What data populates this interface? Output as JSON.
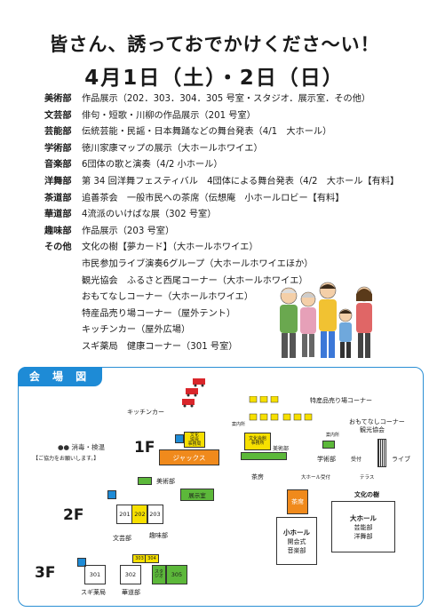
{
  "title": "皆さん、誘っておでかけくださ〜い！",
  "date": "4月1日（土）・2日（日）",
  "programs": [
    {
      "dept": "美術部",
      "desc": "作品展示（202．303．304．305 号室・スタジオ．展示室．その他）"
    },
    {
      "dept": "文芸部",
      "desc": "俳句・短歌・川柳の作品展示（201 号室）"
    },
    {
      "dept": "芸能部",
      "desc": "伝統芸能・民謡・日本舞踊などの舞台発表（4/1　大ホール）"
    },
    {
      "dept": "学術部",
      "desc": "徳川家康マップの展示（大ホールホワイエ）"
    },
    {
      "dept": "音楽部",
      "desc": "6団体の歌と演奏（4/2 小ホール）"
    },
    {
      "dept": "洋舞部",
      "desc": "第 34 回洋舞フェスティバル　4団体による舞台発表（4/2　大ホール【有料】"
    },
    {
      "dept": "茶道部",
      "desc": "追善茶会　一般市民への茶席（伝想庵　小ホールロビー【有料】"
    },
    {
      "dept": "華道部",
      "desc": "4流派のいけばな展（302 号室）"
    },
    {
      "dept": "趣味部",
      "desc": "作品展示（203 号室）"
    },
    {
      "dept": "その他",
      "desc": "文化の樹【夢カード】（大ホールホワイエ）"
    },
    {
      "dept": "",
      "desc": "市民参加ライブ演奏6グループ（大ホールホワイエほか）"
    },
    {
      "dept": "",
      "desc": "観光協会　ふるさと西尾コーナー（大ホールホワイエ）"
    },
    {
      "dept": "",
      "desc": "おもてなしコーナー（大ホールホワイエ）"
    },
    {
      "dept": "",
      "desc": "特産品売り場コーナー（屋外テント）"
    },
    {
      "dept": "",
      "desc": "キッチンカー（屋外広場）"
    },
    {
      "dept": "",
      "desc": "スギ薬局　健康コーナー（301 号室）"
    }
  ],
  "map": {
    "heading": "会 場 図",
    "kitchen_car": "キッチンカー",
    "disinfect": "●● 消毒・検温",
    "cooperation": "【ご協力をお願いします。】",
    "floors": {
      "f1": "1F",
      "f2": "2F",
      "f3": "3F"
    },
    "bunka_office": "文化\n協会\n事務局",
    "jaccus": "ジャックス",
    "bijutsu": "美術部",
    "tenjishitsu": "展示室",
    "r201": "201",
    "r202": "202",
    "r203": "203",
    "bungei": "文芸部",
    "shumi": "趣味部",
    "r301": "301",
    "r302": "302",
    "r303": "303",
    "r304": "304",
    "r305": "305",
    "studio": "スタ\nジオ",
    "sugi": "スギ薬局",
    "kado": "華道部",
    "tokusan": "特産品売り場コーナー",
    "annai": "案内所",
    "bunka_office2": "文化会館\n事務所",
    "bijutsu2": "美術部",
    "chaseki_label": "茶房",
    "omotenashi": "おもてなしコーナー",
    "kanko": "観光協会",
    "annai2": "案内所",
    "gakujutsu": "学術部",
    "uketsuke": "受付",
    "live": "ライブ",
    "ohall_uketsuke": "大ホール受付",
    "terrace": "テラス",
    "bunka_no_ki": "文化の樹",
    "chaseki": "茶席",
    "small_hall": "小ホール",
    "kaikaishiki": "開会式",
    "ongaku": "音楽部",
    "large_hall": "大ホール",
    "geino": "芸能部",
    "yobu": "洋舞部"
  }
}
